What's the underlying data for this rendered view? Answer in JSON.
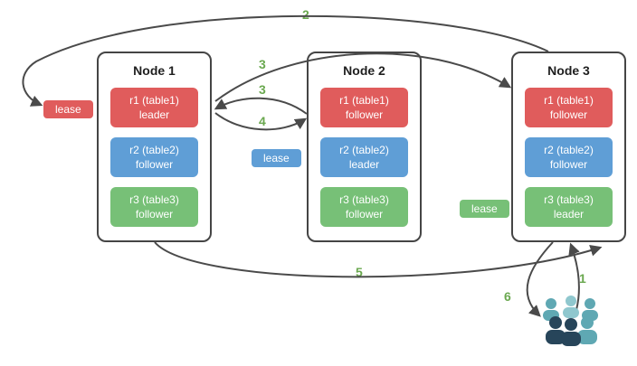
{
  "nodes": [
    {
      "title": "Node 1",
      "ranges": [
        {
          "name": "r1 (table1)",
          "role": "leader",
          "color": "red"
        },
        {
          "name": "r2 (table2)",
          "role": "follower",
          "color": "blue"
        },
        {
          "name": "r3 (table3)",
          "role": "follower",
          "color": "green"
        }
      ]
    },
    {
      "title": "Node 2",
      "ranges": [
        {
          "name": "r1 (table1)",
          "role": "follower",
          "color": "red"
        },
        {
          "name": "r2 (table2)",
          "role": "leader",
          "color": "blue"
        },
        {
          "name": "r3 (table3)",
          "role": "follower",
          "color": "green"
        }
      ]
    },
    {
      "title": "Node 3",
      "ranges": [
        {
          "name": "r1 (table1)",
          "role": "follower",
          "color": "red"
        },
        {
          "name": "r2 (table2)",
          "role": "follower",
          "color": "blue"
        },
        {
          "name": "r3 (table3)",
          "role": "leader",
          "color": "green"
        }
      ]
    }
  ],
  "leases": [
    {
      "label": "lease",
      "color": "red"
    },
    {
      "label": "lease",
      "color": "blue"
    },
    {
      "label": "lease",
      "color": "green"
    }
  ],
  "steps": [
    "2",
    "3",
    "3",
    "4",
    "5",
    "6",
    "1"
  ],
  "colors": {
    "red": "#e05c5c",
    "blue": "#5f9ed6",
    "green": "#77c077",
    "arrow": "#4a4a4a",
    "step": "#6aa84f",
    "node_border": "#454545",
    "users_teal": "#5fa8b3",
    "users_teal_light": "#8fc7ce",
    "users_dark": "#27455a"
  }
}
